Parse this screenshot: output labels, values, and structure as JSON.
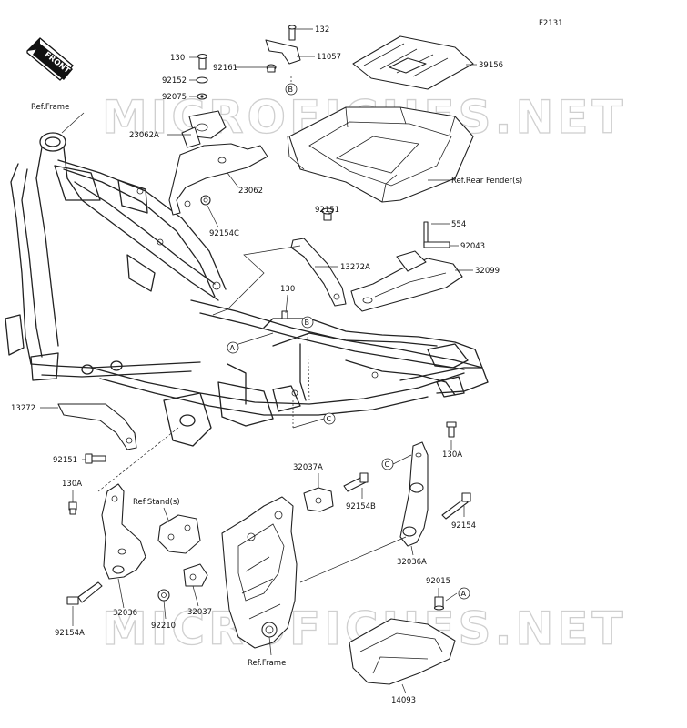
{
  "diagram_code": "F2131",
  "front_label": "FRONT",
  "watermark": "MICROFICHES.NET",
  "callouts": {
    "a": "A",
    "b": "B",
    "c": "C"
  },
  "parts": {
    "p132": "132",
    "p11057": "11057",
    "p39156": "39156",
    "p130_top": "130",
    "p92152": "92152",
    "p92161": "92161",
    "p92075": "92075",
    "p23062a": "23062A",
    "p23062": "23062",
    "p92154c": "92154C",
    "p92151_top": "92151",
    "p554": "554",
    "p92043": "92043",
    "p32099": "32099",
    "p13272a": "13272A",
    "p130_mid": "130",
    "p13272": "13272",
    "p92151_left": "92151",
    "p130a_right": "130A",
    "p32037a": "32037A",
    "p130a_left": "130A",
    "p92154b": "92154B",
    "p92154": "92154",
    "p32036a": "32036A",
    "p92015": "92015",
    "p32036": "32036",
    "p32037": "32037",
    "p92154a": "92154A",
    "p92210": "92210",
    "p14093": "14093"
  },
  "refs": {
    "ref_frame_top": "Ref.Frame",
    "ref_rear_fender": "Ref.Rear Fender(s)",
    "ref_stand": "Ref.Stand(s)",
    "ref_frame_bottom": "Ref.Frame"
  }
}
